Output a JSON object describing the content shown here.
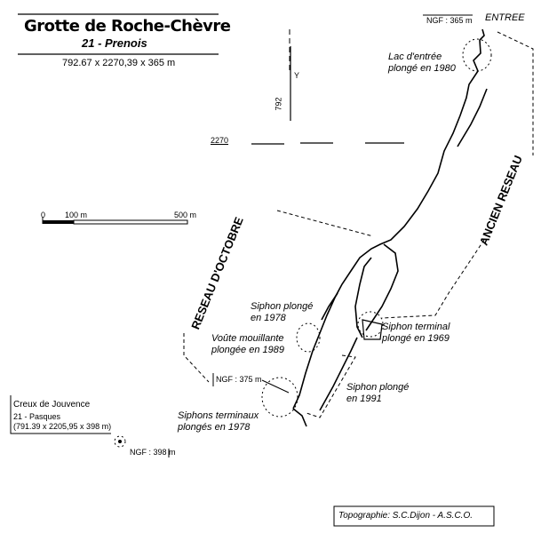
{
  "title_block": {
    "title": "Grotte de Roche-Chèvre",
    "subtitle": "21 - Prenois",
    "dimensions": "792.67 x 2270,39 x 365 m"
  },
  "axes": {
    "y_label": "Y",
    "y_value": "792",
    "x_value": "2270"
  },
  "scale_bar": {
    "tick_0": "0",
    "tick_1": "100 m",
    "tick_2": "500 m"
  },
  "entrance": {
    "label": "ENTREE",
    "altitude": "NGF : 365 m"
  },
  "networks": {
    "old": "ANCIEN RESEAU",
    "october": "RESEAU D'OCTOBRE"
  },
  "annotations": {
    "lac": [
      "Lac d'entrée",
      "plongé en 1980"
    ],
    "siphon_1978": [
      "Siphon plongé",
      "en 1978"
    ],
    "voute": [
      "Voûte mouillante",
      "plongée en 1989"
    ],
    "siphon_terminal": [
      "Siphon terminal",
      "plongé en 1969"
    ],
    "siphon_1991": [
      "Siphon plongé",
      "en 1991"
    ],
    "siphons_terminaux": [
      "Siphons terminaux",
      "plongés en 1978"
    ],
    "altitude_375": "NGF : 375 m"
  },
  "jouvence": {
    "name": "Creux de Jouvence",
    "commune": "21 - Pasques",
    "dimensions": "(791.39 x 2205,95 x 398 m)",
    "altitude": "NGF : 398 m"
  },
  "credit": "Topographie: S.C.Dijon - A.S.C.O."
}
